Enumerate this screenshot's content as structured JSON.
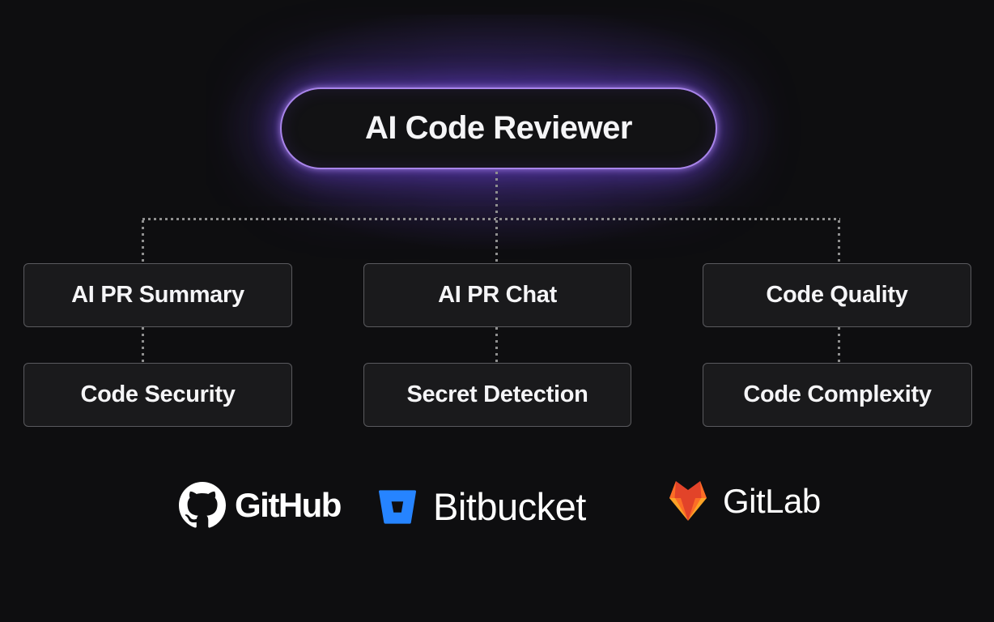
{
  "diagram": {
    "root": {
      "label": "AI Code Reviewer"
    },
    "features": [
      {
        "id": "ai-pr-summary",
        "label": "AI PR Summary"
      },
      {
        "id": "ai-pr-chat",
        "label": "AI PR Chat"
      },
      {
        "id": "code-quality",
        "label": "Code Quality"
      },
      {
        "id": "code-security",
        "label": "Code Security"
      },
      {
        "id": "secret-detection",
        "label": "Secret Detection"
      },
      {
        "id": "code-complexity",
        "label": "Code Complexity"
      }
    ],
    "integrations": [
      {
        "id": "github",
        "label": "GitHub"
      },
      {
        "id": "bitbucket",
        "label": "Bitbucket"
      },
      {
        "id": "gitlab",
        "label": "GitLab"
      }
    ],
    "icons": [
      "github-octocat-icon",
      "bitbucket-bucket-icon",
      "gitlab-tanuki-icon"
    ],
    "colors": {
      "background": "#0e0e10",
      "accent_purple": "#a884ea",
      "glow": "#7c4dff",
      "box_bg": "#1a1a1c",
      "box_border": "#5a5a5e",
      "dotted_line": "#8f8f8f",
      "text": "#f5f5f7",
      "bitbucket_blue": "#2684ff",
      "gitlab_red": "#e24329",
      "gitlab_orange": "#fc6d26",
      "gitlab_amber": "#fca326"
    }
  }
}
